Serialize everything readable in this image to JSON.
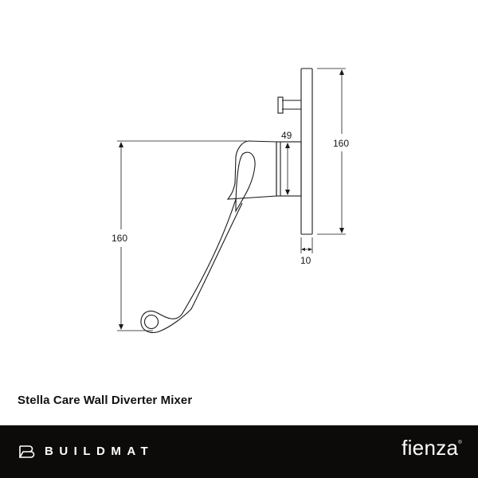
{
  "product": {
    "title": "Stella Care Wall Diverter Mixer"
  },
  "drawing": {
    "dimensions": {
      "plate_height": "160",
      "lever_height": "160",
      "body_depth": "49",
      "plate_thickness": "10"
    },
    "line_color": "#1a1a1a"
  },
  "footer": {
    "left_brand": "BUILDMAT",
    "right_brand": "fienza",
    "right_brand_mark": "®",
    "background": "#0d0b09"
  }
}
